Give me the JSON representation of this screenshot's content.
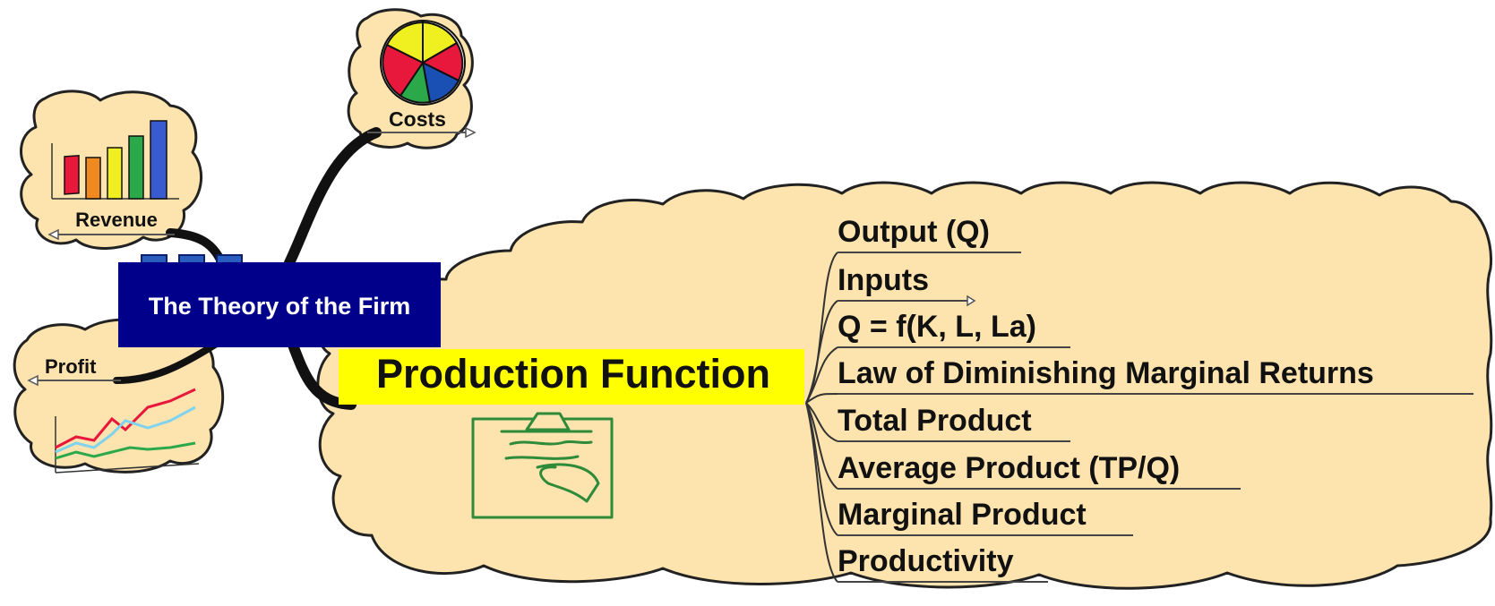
{
  "central_topic": {
    "label": "The Theory of the Firm"
  },
  "topics": {
    "costs": {
      "label": "Costs",
      "icon": "pie-chart-icon"
    },
    "revenue": {
      "label": "Revenue",
      "icon": "bar-chart-icon"
    },
    "profit": {
      "label": "Profit",
      "icon": "line-chart-icon"
    },
    "production_function": {
      "label": "Production Function",
      "icon": "clipboard-writing-icon",
      "subtopics": [
        "Output (Q)",
        "Inputs",
        "Q = f(K, L, La)",
        "Law of Diminishing Marginal Returns",
        "Total Product",
        "Average Product (TP/Q)",
        "Marginal Product",
        "Productivity"
      ]
    }
  },
  "colors": {
    "cloud_fill": "#fde3ad",
    "central_fill": "#00008b",
    "central_text": "#ffffff",
    "highlight": "#ffff00",
    "outline": "#222222",
    "clipboard_green": "#2e8b3a"
  }
}
